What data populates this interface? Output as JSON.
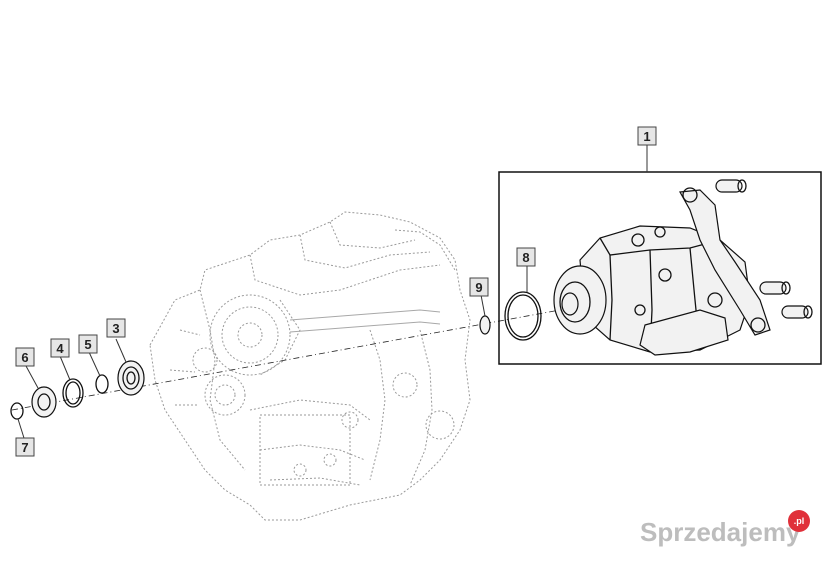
{
  "callouts": [
    {
      "id": "1",
      "label": "1"
    },
    {
      "id": "3",
      "label": "3"
    },
    {
      "id": "4",
      "label": "4"
    },
    {
      "id": "5",
      "label": "5"
    },
    {
      "id": "6",
      "label": "6"
    },
    {
      "id": "7",
      "label": "7"
    },
    {
      "id": "8",
      "label": "8"
    },
    {
      "id": "9",
      "label": "9"
    }
  ],
  "watermark": {
    "text": "Sprzedajemy",
    "suffix": ".pl",
    "badge_color": "#e0303a"
  },
  "colors": {
    "ghost_lines": "#9a9a9a",
    "part_lines": "#111111",
    "callout_fill": "#e6e6e6"
  }
}
